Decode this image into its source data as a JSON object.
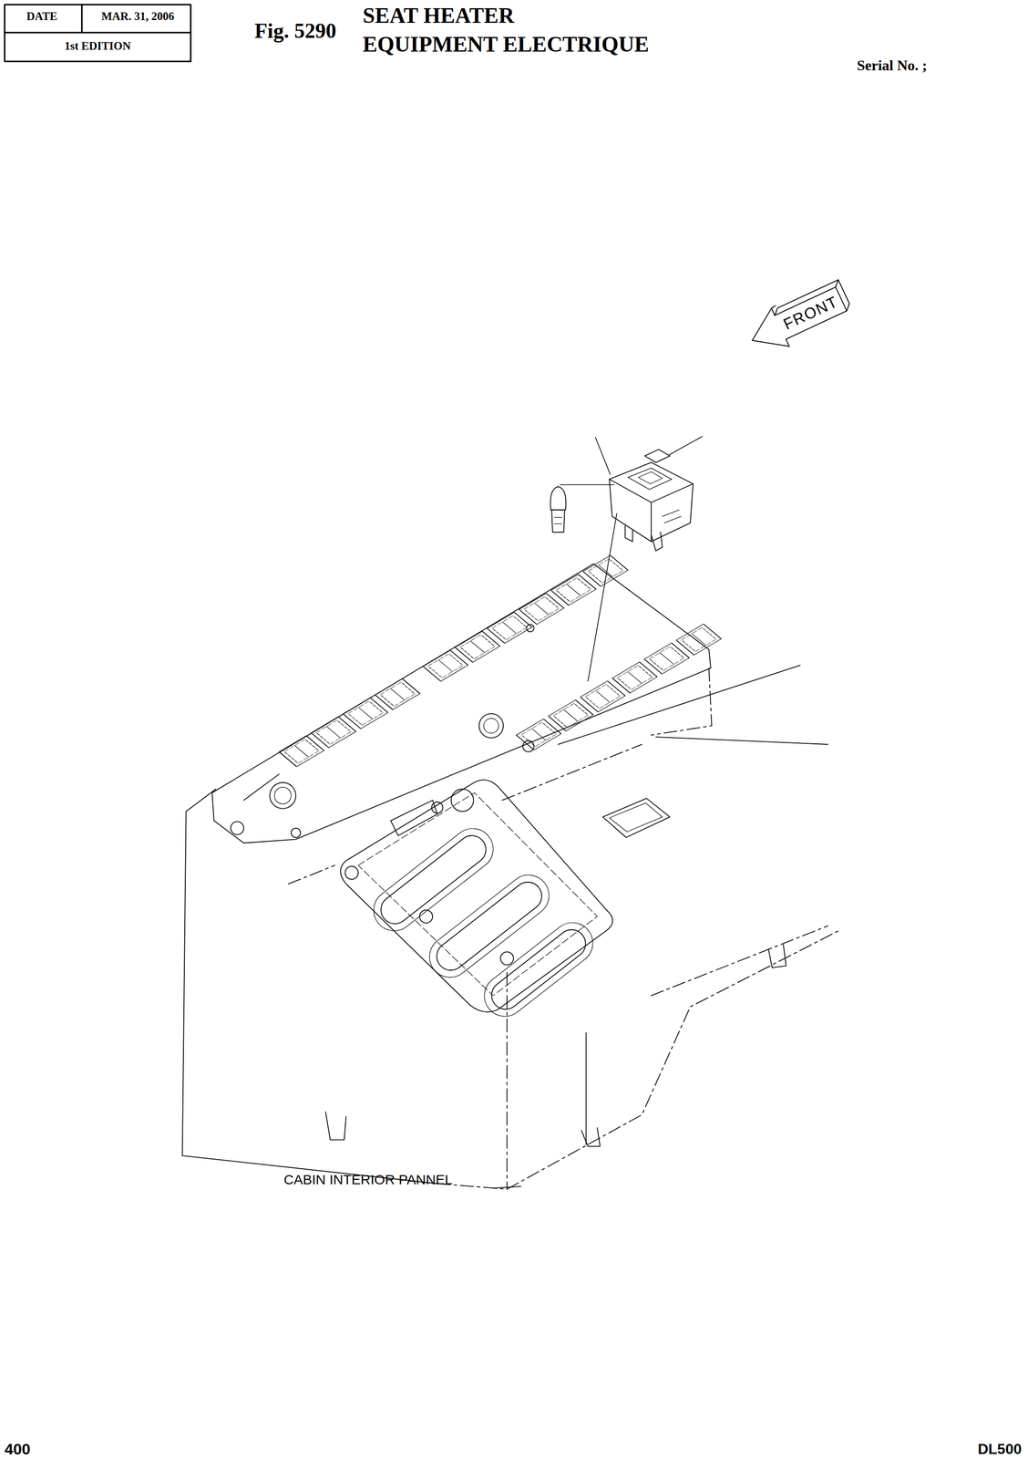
{
  "diagram": {
    "title": "SEAT HEATER",
    "nodes": [
      {
        "text": [
          "FRONT"
        ]
      }
    ],
    "labels": [
      "DATE",
      "MAR. 31, 2006",
      "1st EDITION",
      "Fig. 5290",
      "EQUIPMENT ELECTRIQUE",
      "Serial No. ;",
      "CABIN INTERIOR PANNEL",
      "400",
      "DL500"
    ]
  }
}
